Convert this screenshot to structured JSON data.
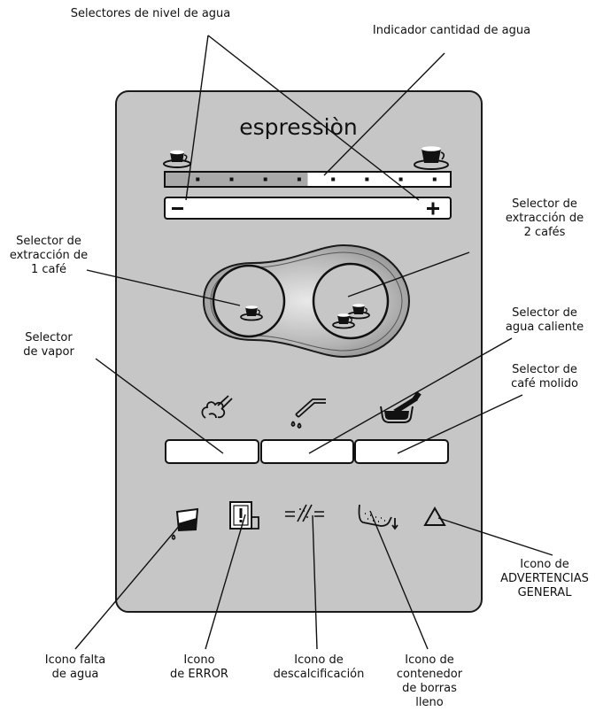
{
  "panel": {
    "brand": "espressiòn",
    "minus_symbol": "−",
    "plus_symbol": "+",
    "water_level_dots": 8,
    "water_level_filled_fraction": 0.5
  },
  "labels": {
    "water_level_selectors": [
      "Selectores de nivel de agua"
    ],
    "water_quantity_indicator": [
      "Indicador cantidad de agua"
    ],
    "one_coffee_selector": [
      "Selector de",
      "extracción de",
      "1 café"
    ],
    "two_coffees_selector": [
      "Selector de",
      "extracción de",
      "2 cafés"
    ],
    "hot_water_selector": [
      "Selector de",
      "agua caliente"
    ],
    "steam_selector": [
      "Selector",
      "de vapor"
    ],
    "ground_coffee_selector": [
      "Selector de",
      "café molido"
    ],
    "general_warning_icon": [
      "Icono de",
      "ADVERTENCIAS",
      "GENERAL"
    ],
    "no_water_icon": [
      "Icono falta",
      "de agua"
    ],
    "error_icon": [
      "Icono",
      "de ERROR"
    ],
    "descaling_icon": [
      "Icono de",
      "descalcificación"
    ],
    "grounds_container_icon": [
      "Icono de",
      "contenedor",
      "de borras",
      "lleno"
    ]
  },
  "colors": {
    "panel_fill": "#c6c6c6",
    "level_filled": "#a9a9a9",
    "white": "#ffffff",
    "stroke": "#1a1a1a"
  }
}
